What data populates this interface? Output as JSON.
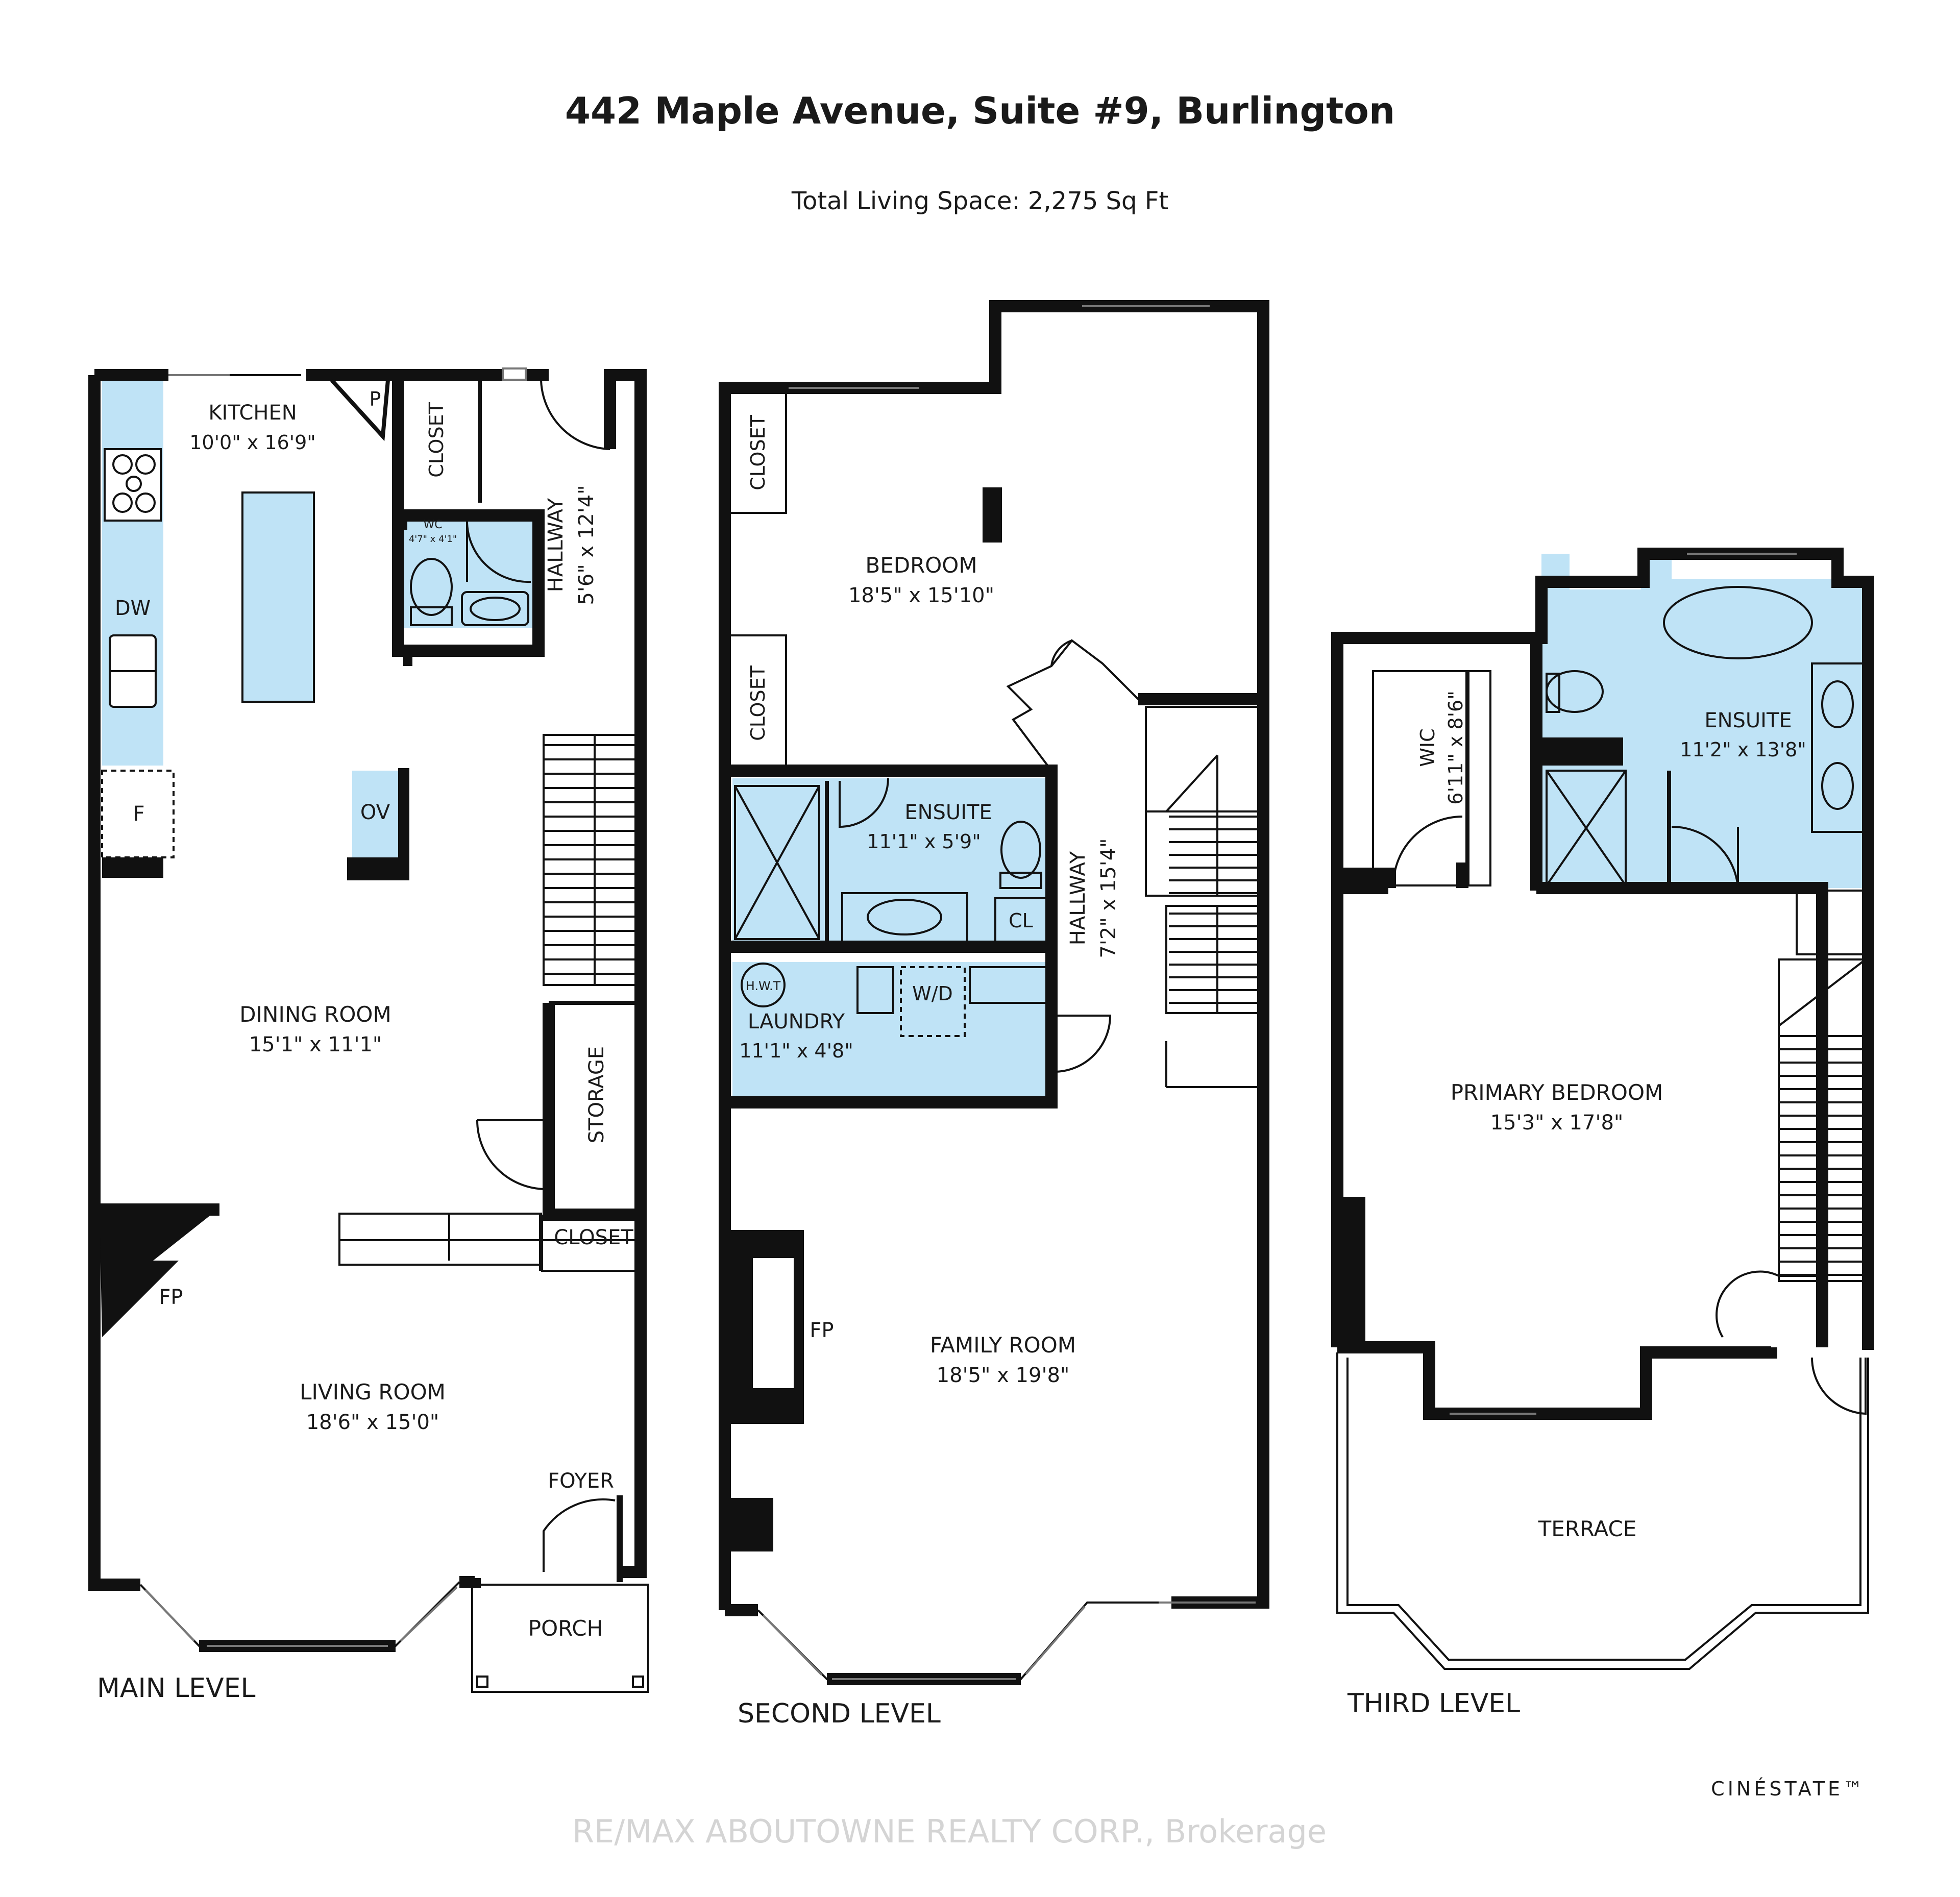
{
  "header": {
    "title": "442 Maple Avenue, Suite #9, Burlington",
    "subtitle": "Total Living Space: 2,275 Sq Ft"
  },
  "levels": [
    {
      "name": "MAIN LEVEL"
    },
    {
      "name": "SECOND LEVEL"
    },
    {
      "name": "THIRD LEVEL"
    }
  ],
  "rooms": {
    "main": {
      "kitchen": {
        "name": "KITCHEN",
        "size": "10'0\" x 16'9\""
      },
      "pantry": "P",
      "closet_top": "CLOSET",
      "wc": {
        "name": "WC",
        "size": "4'7\" x 4'1\""
      },
      "hallway": {
        "name": "HALLWAY",
        "size": "5'6\" x 12'4\""
      },
      "dw": "DW",
      "fridge": "F",
      "oven": "OV",
      "dining": {
        "name": "DINING ROOM",
        "size": "15'1\" x 11'1\""
      },
      "storage": "STORAGE",
      "closet_bottom": "CLOSET",
      "fireplace": "FP",
      "living": {
        "name": "LIVING ROOM",
        "size": "18'6\" x 15'0\""
      },
      "foyer": "FOYER",
      "porch": "PORCH"
    },
    "second": {
      "closet_a": "CLOSET",
      "closet_b": "CLOSET",
      "bedroom": {
        "name": "BEDROOM",
        "size": "18'5\" x 15'10\""
      },
      "ensuite": {
        "name": "ENSUITE",
        "size": "11'1\" x 5'9\""
      },
      "cl": "CL",
      "hallway": {
        "name": "HALLWAY",
        "size": "7'2\" x 15'4\""
      },
      "hwt": "H.W.T",
      "wd": "W/D",
      "laundry": {
        "name": "LAUNDRY",
        "size": "11'1\" x 4'8\""
      },
      "fireplace": "FP",
      "family": {
        "name": "FAMILY ROOM",
        "size": "18'5\" x 19'8\""
      }
    },
    "third": {
      "wic": {
        "name": "WIC",
        "size": "6'11\" x 8'6\""
      },
      "ensuite": {
        "name": "ENSUITE",
        "size": "11'2\" x 13'8\""
      },
      "primary": {
        "name": "PRIMARY BEDROOM",
        "size": "15'3\" x 17'8\""
      },
      "terrace": "TERRACE"
    }
  },
  "branding": {
    "logo": "CINÉSTATE™",
    "watermark": "RE/MAX ABOUTOWNE REALTY CORP., Brokerage"
  }
}
